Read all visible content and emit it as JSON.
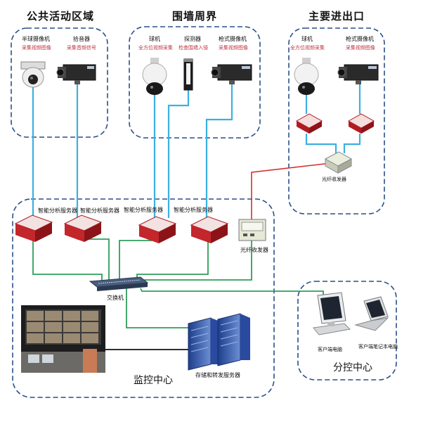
{
  "zones": {
    "public_area": {
      "title": "公共活动区域"
    },
    "perimeter": {
      "title": "围墙周界"
    },
    "main_entrance": {
      "title": "主要进出口"
    },
    "monitor_center": {
      "title": "监控中心"
    },
    "sub_center": {
      "title": "分控中心"
    }
  },
  "public_area_devices": [
    {
      "label": "半球摄像机",
      "sub": "采集视频图像"
    },
    {
      "label": "拾音器",
      "sub": "采集音频信号"
    }
  ],
  "perimeter_devices": [
    {
      "label": "球机",
      "sub": "全方位视频采集"
    },
    {
      "label": "探测器",
      "sub": "检查围墙入侵"
    },
    {
      "label": "枪式摄像机",
      "sub": "采集视频图像"
    }
  ],
  "entrance_devices": [
    {
      "label": "球机",
      "sub": "全方位视频采集"
    },
    {
      "label": "枪式摄像机",
      "sub": "采集视频图像"
    }
  ],
  "analysis_servers": [
    "智能分析服务器",
    "智能分析服务器",
    "智能分析服务器",
    "智能分析服务器"
  ],
  "fiber_transceiver_1": "光纤收发器",
  "fiber_transceiver_2": "光纤收发器",
  "switch_label": "交换机",
  "storage_label": "存储和转发服务器",
  "client_pc_label": "客户端电脑",
  "client_laptop_label": "客户端笔记本电脑",
  "colors": {
    "zone_border": "#2a4f8a",
    "video_cable": "#3cb0e0",
    "lan_cable": "#2e9e5c",
    "fiber_cable": "#d2322d"
  }
}
